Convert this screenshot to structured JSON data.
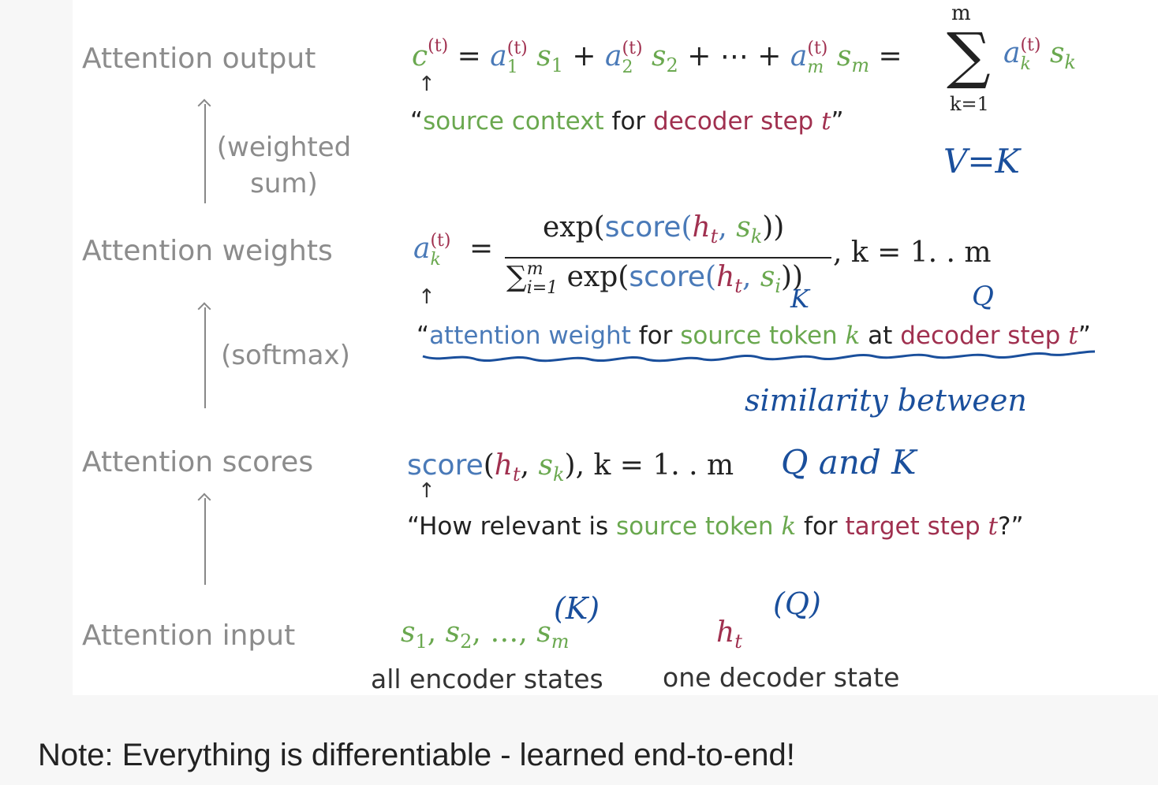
{
  "levels": {
    "output": "Attention output",
    "weights": "Attention weights",
    "scores": "Attention scores",
    "input": "Attention input"
  },
  "ops": {
    "weighted_sum_1": "(weighted",
    "weighted_sum_2": "sum)",
    "softmax": "(softmax)"
  },
  "output_eq": {
    "c": "c",
    "t": "(t)",
    "eq": "=",
    "a": "a",
    "s": "s",
    "sub1": "1",
    "sub2": "2",
    "subm": "m",
    "subk": "k",
    "plus": "+",
    "dots": "⋯",
    "sum": "∑",
    "sum_top": "m",
    "sum_bottom": "k=1"
  },
  "output_quote": {
    "open": "“",
    "part1": "source context",
    "part2": " for ",
    "part3": "decoder step ",
    "t": "t",
    "close": "”"
  },
  "weights_eq": {
    "a": "a",
    "t": "(t)",
    "k": "k",
    "eq": "=",
    "num_exp": "exp(",
    "score": "score",
    "paren": "(",
    "h": "h",
    "sub_t": "t",
    "comma": ", ",
    "s": "s",
    "sub_k": "k",
    "close2": "))",
    "den_sum": "∑",
    "den_top": "m",
    "den_bottom": "i=1",
    "den_exp": " exp(",
    "sub_i": "i",
    "range": ", k = 1. . m"
  },
  "weights_quote": {
    "open": "“",
    "part1": "attention weight",
    "part2": " for ",
    "part3": "source token ",
    "k": "k",
    "part4": " at ",
    "part5": "decoder step ",
    "t": "t",
    "close": "”"
  },
  "scores_eq": {
    "score": "score",
    "paren": "(",
    "h": "h",
    "sub_t": "t",
    "comma": ", ",
    "s": "s",
    "sub_k": "k",
    "close": ")",
    "range": ", k = 1. . m"
  },
  "scores_quote": {
    "open": "“How relevant is ",
    "part1": "source token ",
    "k": "k",
    "part2": " for ",
    "part3": "target step ",
    "t": "t",
    "close": "?”"
  },
  "input": {
    "s": "s",
    "sub1": "1",
    "sub2": "2",
    "subm": "m",
    "sep": ", ",
    "ellipsis": "…",
    "h": "h",
    "sub_t": "t",
    "enc_label": "all encoder states",
    "dec_label": "one decoder state"
  },
  "arrow_glyph": "↑",
  "handwriting": {
    "v_eq_k": "V=K",
    "k_mark": "K",
    "q_mark": "Q",
    "similarity": "similarity between",
    "q_and_k": "Q and K",
    "k_paren": "(K)",
    "q_paren": "(Q)"
  },
  "note": "Note: Everything is differentiable - learned end-to-end!",
  "colors": {
    "green": "#6aa84f",
    "blue": "#4a7ab8",
    "red": "#a0304f",
    "gray": "#8c8c8c",
    "ink": "#1a4f9c"
  }
}
